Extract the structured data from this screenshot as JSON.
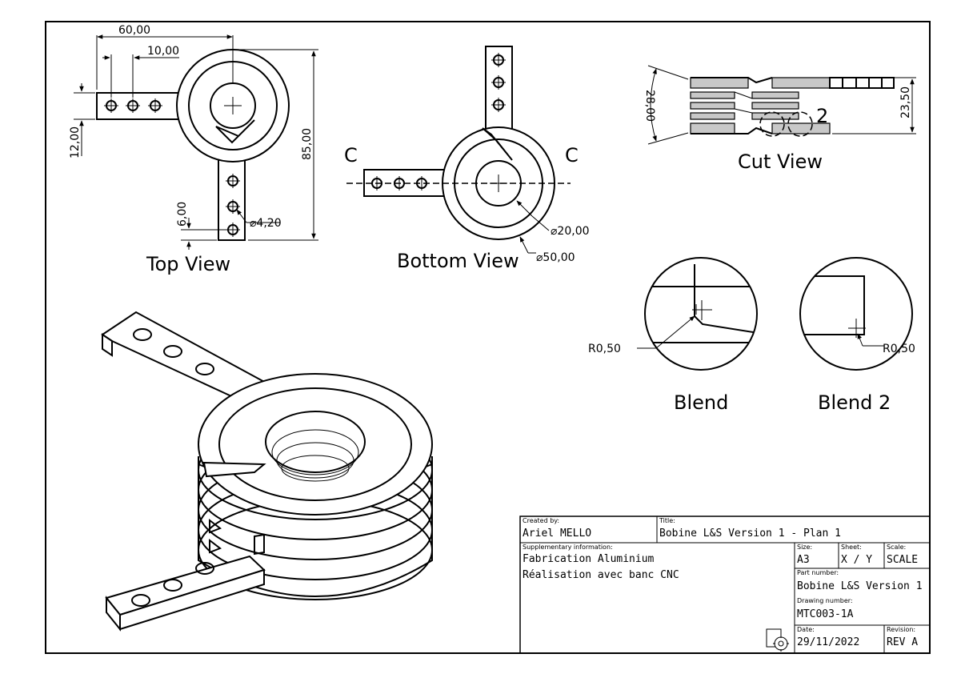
{
  "drawing": {
    "views": {
      "top": "Top View",
      "bottom": "Bottom View",
      "cut": "Cut View",
      "blend": "Blend",
      "blend2": "Blend 2",
      "cut_marker_left": "C",
      "cut_marker_right": "C",
      "detail_marker": "2"
    },
    "dimensions": {
      "width_60": "60,00",
      "spacing_10": "10,00",
      "tab_12": "12,00",
      "height_85": "85,00",
      "offset_6": "6,00",
      "hole_dia": "⌀4,20",
      "inner_dia": "⌀20,00",
      "outer_dia": "⌀50,00",
      "cut_28": "28,00",
      "cut_23": "23,50",
      "radius_blend": "R0,50",
      "radius_blend2": "R0,50"
    }
  },
  "title_block": {
    "created_by_label": "Created by:",
    "created_by": "Ariel MELLO",
    "title_label": "Title:",
    "title": "Bobine L&S Version 1 - Plan 1",
    "supplementary_label": "Supplementary information:",
    "supplementary_line1": "Fabrication Aluminium",
    "supplementary_line2": "Réalisation avec banc CNC",
    "size_label": "Size:",
    "size": "A3",
    "sheet_label": "Sheet:",
    "sheet": "X / Y",
    "scale_label": "Scale:",
    "scale": "SCALE",
    "part_number_label": "Part number:",
    "part_number": "Bobine L&S Version 1",
    "drawing_number_label": "Drawing number:",
    "drawing_number": "MTC003-1A",
    "date_label": "Date:",
    "date": "29/11/2022",
    "revision_label": "Revision:",
    "revision": "REV A",
    "software_icon": "gear-icon"
  }
}
